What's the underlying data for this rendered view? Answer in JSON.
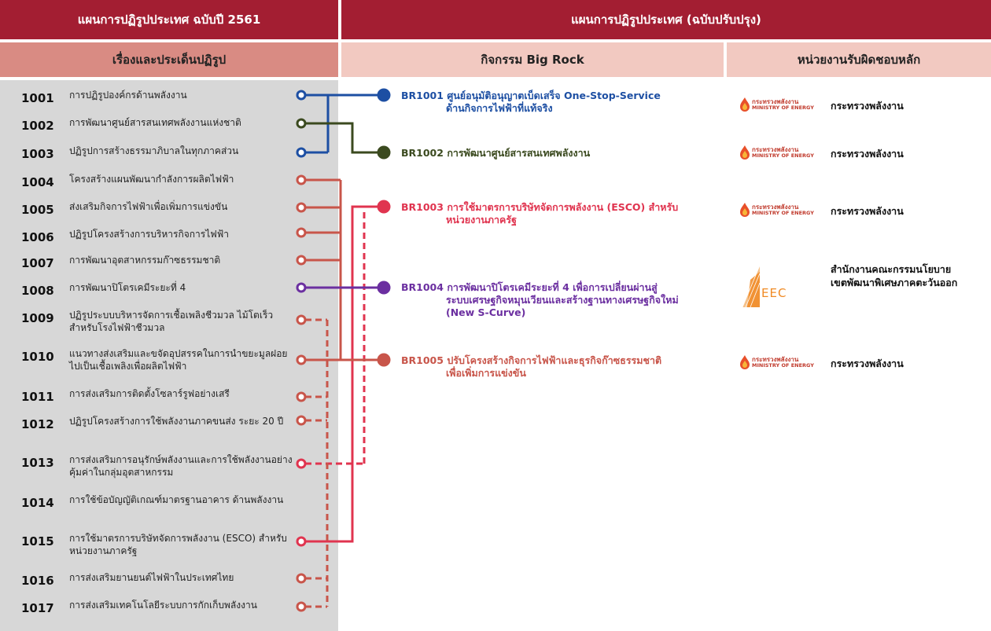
{
  "header": {
    "left_title": "แผนการปฏิรูปประเทศ ฉบับปี 2561",
    "right_title": "แผนการปฏิรูปประเทศ (ฉบับปรับปรุง)",
    "col_reforms": "เรื่องและประเด็นปฏิรูป",
    "col_bigrock": "กิจกรรม Big Rock",
    "col_agency": "หน่วยงานรับผิดชอบหลัก"
  },
  "reforms": [
    {
      "code": "1001",
      "label": "การปฏิรูปองค์กรด้านพลังงาน"
    },
    {
      "code": "1002",
      "label": "การพัฒนาศูนย์สารสนเทศพลังงานแห่งชาติ"
    },
    {
      "code": "1003",
      "label": "ปฏิรูปการสร้างธรรมาภิบาลในทุกภาคส่วน"
    },
    {
      "code": "1004",
      "label": "โครงสร้างแผนพัฒนากำลังการผลิตไฟฟ้า"
    },
    {
      "code": "1005",
      "label": "ส่งเสริมกิจการไฟฟ้าเพื่อเพิ่มการแข่งขัน"
    },
    {
      "code": "1006",
      "label": "ปฏิรูปโครงสร้างการบริหารกิจการไฟฟ้า"
    },
    {
      "code": "1007",
      "label": "การพัฒนาอุตสาหกรรมก๊าซธรรมชาติ"
    },
    {
      "code": "1008",
      "label": "การพัฒนาปิโตรเคมีระยะที่ 4"
    },
    {
      "code": "1009",
      "label": "ปฏิรูประบบบริหารจัดการเชื้อเพลิงชีวมวล ไม้โตเร็วสำหรับโรงไฟฟ้าชีวมวล"
    },
    {
      "code": "1010",
      "label": "แนวทางส่งเสริมและขจัดอุปสรรคในการนำขยะมูลฝอยไปเป็นเชื้อเพลิงเพื่อผลิตไฟฟ้า"
    },
    {
      "code": "1011",
      "label": "การส่งเสริมการติดตั้งโซลาร์รูฟอย่างเสรี"
    },
    {
      "code": "1012",
      "label": "ปฏิรูปโครงสร้างการใช้พลังงานภาคขนส่ง ระยะ 20 ปี"
    },
    {
      "code": "1013",
      "label": "การส่งเสริมการอนุรักษ์พลังงานและการใช้พลังงานอย่างคุ้มค่าในกลุ่มอุตสาหกรรม"
    },
    {
      "code": "1014",
      "label": "การใช้ข้อบัญญัติเกณฑ์มาตรฐานอาคาร ด้านพลังงาน"
    },
    {
      "code": "1015",
      "label": "การใช้มาตรการบริษัทจัดการพลังงาน (ESCO) สำหรับหน่วยงานภาครัฐ"
    },
    {
      "code": "1016",
      "label": "การส่งเสริมยานยนต์ไฟฟ้าในประเทศไทย"
    },
    {
      "code": "1017",
      "label": "การส่งเสริมเทคโนโลยีระบบการกักเก็บพลังงาน"
    }
  ],
  "bigrocks": [
    {
      "code": "BR1001",
      "line1": "ศูนย์อนุมัติอนุญาตเบ็ดเสร็จ One-Stop-Service",
      "line2": "ด้านกิจการไฟฟ้าที่แท้จริง",
      "line3": "",
      "color": "#1d4fa3"
    },
    {
      "code": "BR1002",
      "line1": "การพัฒนาศูนย์สารสนเทศพลังงาน",
      "line2": "",
      "line3": "",
      "color": "#3b4a1f"
    },
    {
      "code": "BR1003",
      "line1": "การใช้มาตรการบริษัทจัดการพลังงาน (ESCO) สำหรับ",
      "line2": "หน่วยงานภาครัฐ",
      "line3": "",
      "color": "#e0344f"
    },
    {
      "code": "BR1004",
      "line1": "การพัฒนาปิโตรเคมีระยะที่ 4 เพื่อการเปลี่ยนผ่านสู่",
      "line2": "ระบบเศรษฐกิจหมุนเวียนและสร้างฐานทางเศรษฐกิจใหม่",
      "line3": "(New S-Curve)",
      "color": "#6b2fa0"
    },
    {
      "code": "BR1005",
      "line1": "ปรับโครงสร้างกิจการไฟฟ้าและธุรกิจก๊าซธรรมชาติ",
      "line2": "เพื่อเพิ่มการแข่งขัน",
      "line3": "",
      "color": "#c8554a"
    }
  ],
  "agencies": [
    {
      "logo_th": "กระทรวงพลังงาน",
      "logo_en": "MINISTRY OF ENERGY",
      "name": "กระทรวงพลังงาน"
    },
    {
      "logo_th": "กระทรวงพลังงาน",
      "logo_en": "MINISTRY OF ENERGY",
      "name": "กระทรวงพลังงาน"
    },
    {
      "logo_th": "กระทรวงพลังงาน",
      "logo_en": "MINISTRY OF ENERGY",
      "name": "กระทรวงพลังงาน"
    },
    {
      "logo_text": "EEC",
      "name_line1": "สำนักงานคณะกรรมนโยบาย",
      "name_line2": "เขตพัฒนาพิเศษภาคตะวันออก"
    },
    {
      "logo_th": "กระทรวงพลังงาน",
      "logo_en": "MINISTRY OF ENERGY",
      "name": "กระทรวงพลังงาน"
    }
  ],
  "colors": {
    "header_dark": "#a31e32",
    "header_light": "#f2c9c1",
    "header_left_light": "#d98b83",
    "left_bg": "#d7d7d7",
    "blue": "#1d4fa3",
    "olive": "#3b4a1f",
    "crimson": "#e0344f",
    "purple": "#6b2fa0",
    "brick": "#c8554a"
  }
}
